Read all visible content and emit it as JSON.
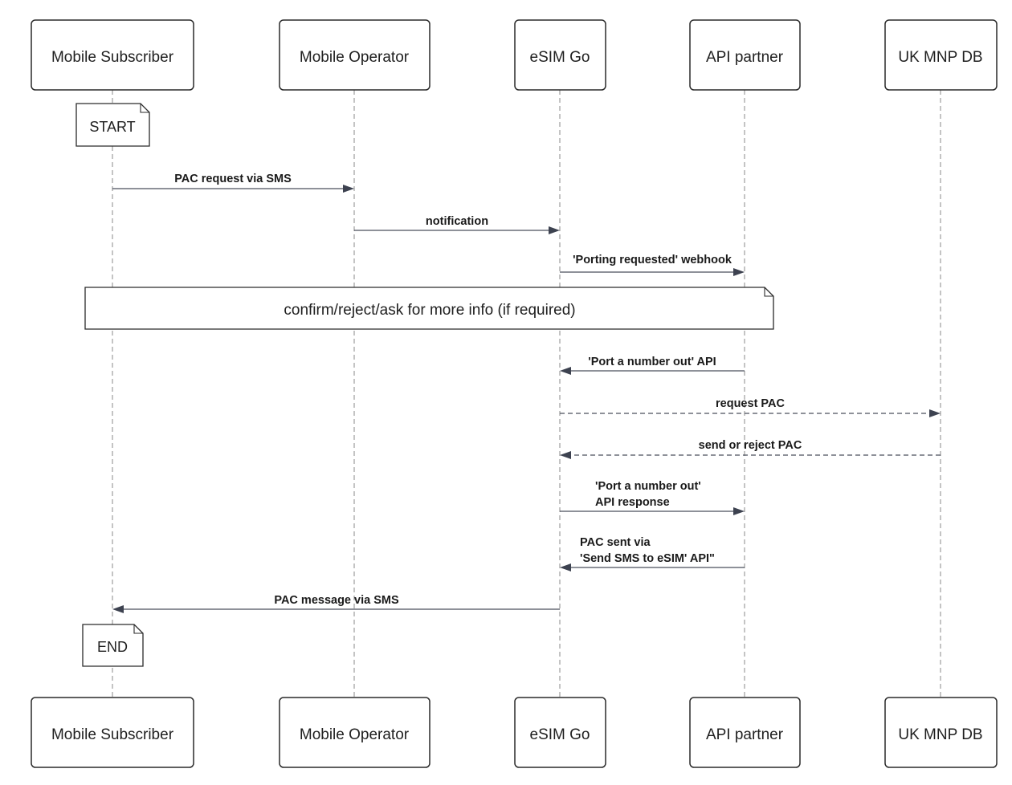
{
  "participants": [
    {
      "id": "subscriber",
      "label": "Mobile Subscriber"
    },
    {
      "id": "operator",
      "label": "Mobile Operator"
    },
    {
      "id": "esimgo",
      "label": "eSIM Go"
    },
    {
      "id": "partner",
      "label": "API partner"
    },
    {
      "id": "mnpdb",
      "label": "UK MNP DB"
    }
  ],
  "notes": {
    "start": "START",
    "confirm": "confirm/reject/ask for more info (if required)",
    "end": "END"
  },
  "messages": [
    {
      "id": "pac-request",
      "from": "subscriber",
      "to": "operator",
      "style": "solid",
      "lines": [
        "PAC request via SMS"
      ]
    },
    {
      "id": "notification",
      "from": "operator",
      "to": "esimgo",
      "style": "solid",
      "lines": [
        "notification"
      ]
    },
    {
      "id": "porting-webhook",
      "from": "esimgo",
      "to": "partner",
      "style": "solid",
      "lines": [
        "'Porting requested' webhook"
      ]
    },
    {
      "id": "port-out-api",
      "from": "partner",
      "to": "esimgo",
      "style": "solid",
      "lines": [
        "'Port a number out' API"
      ]
    },
    {
      "id": "request-pac",
      "from": "esimgo",
      "to": "mnpdb",
      "style": "dashed",
      "lines": [
        "request PAC"
      ]
    },
    {
      "id": "send-reject-pac",
      "from": "mnpdb",
      "to": "esimgo",
      "style": "dashed",
      "lines": [
        "send or reject PAC"
      ]
    },
    {
      "id": "port-out-response",
      "from": "esimgo",
      "to": "partner",
      "style": "solid",
      "lines": [
        "'Port a number out'",
        "API response"
      ]
    },
    {
      "id": "pac-sent",
      "from": "partner",
      "to": "esimgo",
      "style": "solid",
      "lines": [
        "PAC sent via",
        "'Send SMS to eSIM' API\""
      ]
    },
    {
      "id": "pac-message",
      "from": "esimgo",
      "to": "subscriber",
      "style": "solid",
      "lines": [
        "PAC message via SMS"
      ]
    }
  ]
}
